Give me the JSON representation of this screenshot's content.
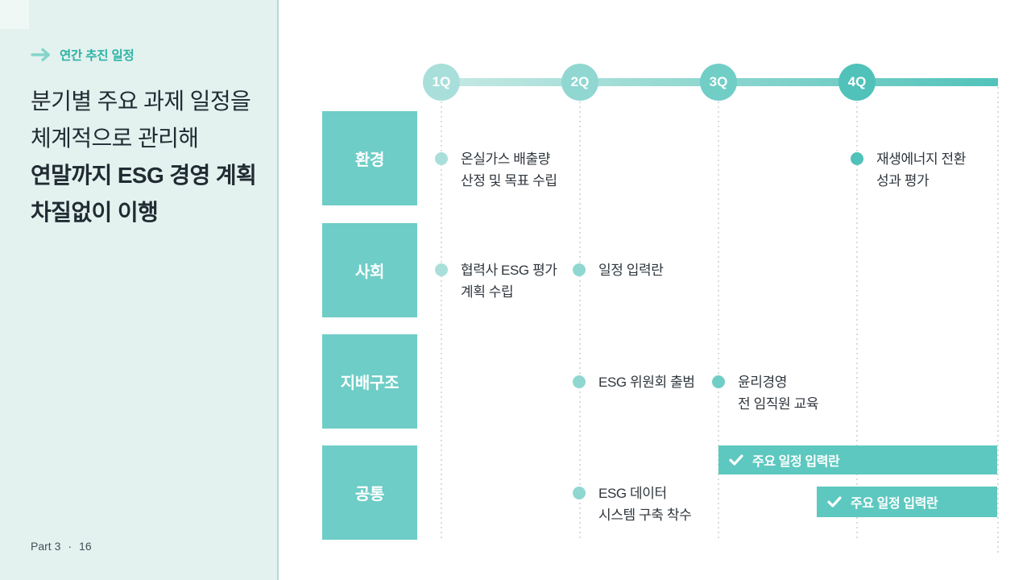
{
  "sidebar": {
    "eyebrow": "연간 추진 일정",
    "title_lines": [
      "분기별 주요 과제 일정을",
      "체계적으로 관리해",
      "연말까지 ESG 경영 계획",
      "차질없이 이행"
    ],
    "footer": {
      "part": "Part 3",
      "separator": "·",
      "page": "16"
    }
  },
  "timeline": {
    "quarters": [
      {
        "label": "1Q",
        "color": "#a9dfda"
      },
      {
        "label": "2Q",
        "color": "#90d7d1"
      },
      {
        "label": "3Q",
        "color": "#70cec6"
      },
      {
        "label": "4Q",
        "color": "#50c2b9"
      }
    ]
  },
  "rows": [
    {
      "label": "환경",
      "items": [
        {
          "quarter": 0,
          "lines": [
            "온실가스 배출량",
            "산정 및 목표 수립"
          ]
        },
        {
          "quarter": 3,
          "lines": [
            "재생에너지 전환",
            "성과 평가"
          ]
        }
      ]
    },
    {
      "label": "사회",
      "items": [
        {
          "quarter": 0,
          "lines": [
            "협력사 ESG 평가",
            "계획 수립"
          ]
        },
        {
          "quarter": 1,
          "lines": [
            "일정 입력란"
          ]
        }
      ]
    },
    {
      "label": "지배구조",
      "items": [
        {
          "quarter": 1,
          "lines": [
            "ESG 위원회 출범"
          ]
        },
        {
          "quarter": 2,
          "lines": [
            "윤리경영",
            "전 임직원 교육"
          ]
        }
      ]
    },
    {
      "label": "공통",
      "items": [
        {
          "quarter": 1,
          "lines": [
            "ESG 데이터",
            "시스템 구축 착수"
          ]
        }
      ]
    }
  ],
  "banners": [
    {
      "check": "✓",
      "label": "주요 일정 입력란"
    },
    {
      "check": "✓",
      "label": "주요 일정 입력란"
    }
  ],
  "colors": {
    "sidebar_bg": "#e3f2ef",
    "accent_teal": "#2db3a6",
    "category_box": "#6ecdc6",
    "banner": "#5dc8bf",
    "bar_gradient_start": "#c6e9e4",
    "bar_gradient_end": "#52c3ba",
    "title_text": "#212b33",
    "body_text": "#2f363c",
    "gridline": "#d8dcdc"
  }
}
